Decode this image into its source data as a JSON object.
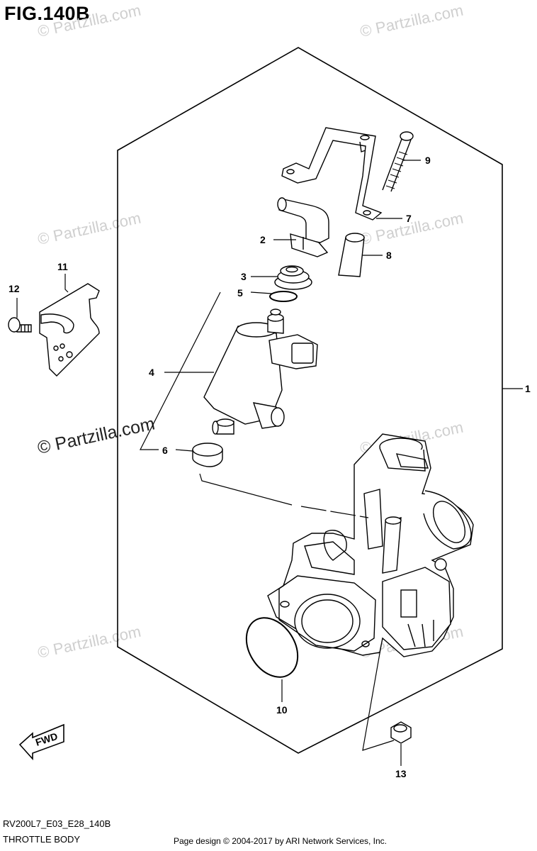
{
  "figure": {
    "title": "FIG.140B",
    "model_code": "RV200L7_E03_E28_140B",
    "section_name": "THROTTLE BODY",
    "credit": "Page design © 2004-2017 by ARI Network Services, Inc."
  },
  "watermark": {
    "text": "© Partzilla.com"
  },
  "fwd_label": "FWD",
  "callouts": {
    "c1": "1",
    "c2": "2",
    "c3": "3",
    "c4": "4",
    "c5": "5",
    "c6": "6",
    "c7": "7",
    "c8": "8",
    "c9": "9",
    "c10": "10",
    "c11": "11",
    "c12": "12",
    "c13": "13"
  }
}
